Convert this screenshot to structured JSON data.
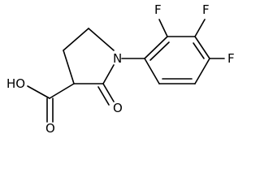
{
  "molecule": {
    "atoms": {
      "hydroxyl": "HO",
      "carboxyl_oxygen": "O",
      "ketone_oxygen": "O",
      "nitrogen": "N",
      "fluorine_1": "F",
      "fluorine_2": "F",
      "fluorine_3": "F"
    }
  }
}
